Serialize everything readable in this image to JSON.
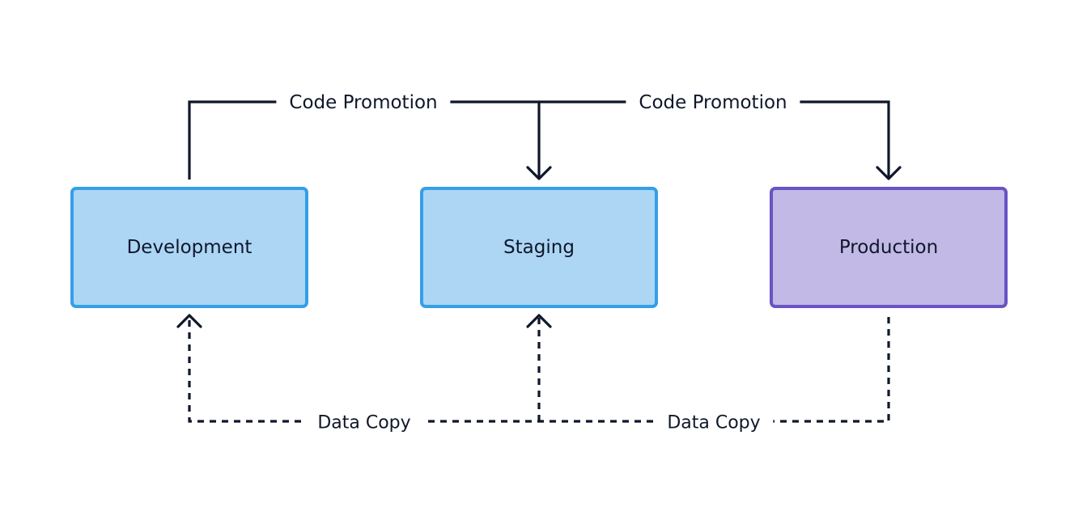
{
  "nodes": {
    "development": {
      "label": "Development"
    },
    "staging": {
      "label": "Staging"
    },
    "production": {
      "label": "Production"
    }
  },
  "edges": {
    "code_promotion_1": {
      "label": "Code Promotion"
    },
    "code_promotion_2": {
      "label": "Code Promotion"
    },
    "data_copy_1": {
      "label": "Data Copy"
    },
    "data_copy_2": {
      "label": "Data Copy"
    }
  },
  "colors": {
    "line": "#0f172a",
    "env_fill": "#add6f5",
    "env_border": "#359fe8",
    "prod_fill": "#c2b9e6",
    "prod_border": "#6a53c4"
  }
}
